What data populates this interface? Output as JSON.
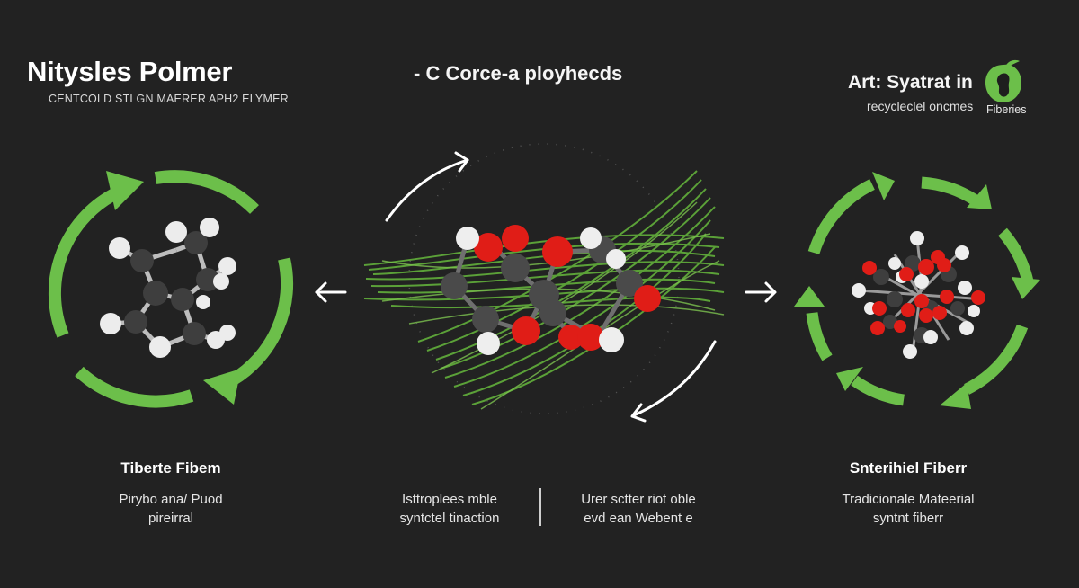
{
  "header": {
    "title": "Nitysles Polmer",
    "subtitle": "CENTCOLD STLGN MAERER APH2 ELYMER",
    "center_title": "- C Corce-a ployhecds",
    "right_title": "Art: Syatrat in",
    "right_subtitle": "recycleclel oncmes",
    "logo_label": "Fiberies"
  },
  "panels": {
    "left": {
      "title": "Tiberte Fibem",
      "lines": [
        "Pirybo ana/ Puod",
        "pireirral"
      ]
    },
    "center": {
      "left_lines": [
        "Isttroplees mble",
        "syntctel tinaction"
      ],
      "right_lines": [
        "Urer sctter riot oble",
        "evd ean Webent  e"
      ]
    },
    "right": {
      "title": "Snterihiel Fiberr",
      "lines": [
        "Tradicionale Mateerial",
        "syntnt fiberr"
      ]
    }
  },
  "icons": {
    "left_cycle": "recycle-cycle-icon",
    "right_cycle": "recycle-cycle-icon",
    "arrow_left": "arrow-left-icon",
    "arrow_right": "arrow-right-icon",
    "logo": "leaf-fruit-logo-icon"
  },
  "colors": {
    "background": "#222222",
    "accent_green": "#6cbf4a",
    "oxygen_red": "#e01d17",
    "carbon_gray": "#4a4a4a",
    "hydrogen_white": "#eeeeee"
  }
}
